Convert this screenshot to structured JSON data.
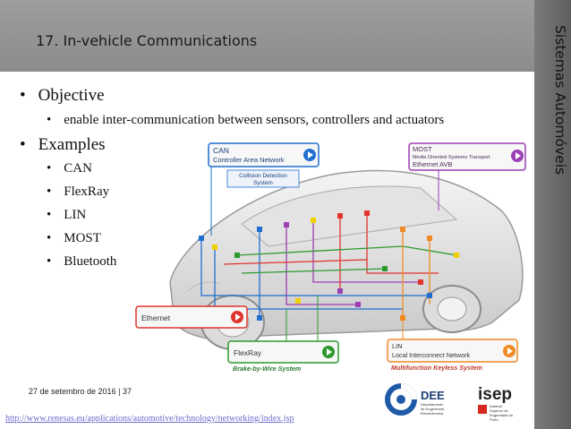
{
  "header": {
    "title": "17. In-vehicle Communications"
  },
  "sidebar": {
    "title": "Sistemas Automóveis"
  },
  "content": {
    "objective_label": "Objective",
    "objective_text": "enable inter-communication between sensors, controllers and actuators",
    "examples_label": "Examples",
    "examples": [
      "CAN",
      "FlexRay",
      "LIN",
      "MOST",
      "Bluetooth"
    ]
  },
  "diagram": {
    "can_title": "CAN",
    "can_subtitle": "Controller Area Network",
    "collision_line1": "Collision Detection",
    "collision_line2": "System",
    "most_title": "MOST",
    "most_subtitle": "Media Oriented Systems Transport",
    "most_sub2": "Ethernet AVB",
    "ethernet_label": "Ethernet",
    "flexray_label": "FlexRay",
    "brake_label": "Brake-by-Wire System",
    "lin_title": "LIN",
    "lin_subtitle": "Local Interconnect Network",
    "keyless_label": "Multifunction Keyless System",
    "colors": {
      "can": "#1f6fd1",
      "most": "#9b3fb5",
      "ethernet": "#e0332d",
      "flexray": "#2e9a2e",
      "lin": "#f08a24"
    }
  },
  "footer": {
    "date": "27 de setembro de 2016",
    "separator": "|",
    "page": "37",
    "url": "http://www.renesas.eu/applications/automotive/technology/networking/index.jsp"
  },
  "logos": {
    "dee_text": "DEE",
    "dee_sub1": "Departamento",
    "dee_sub2": "de Engenharia",
    "dee_sub3": "Electrotécnica",
    "isep_text": "isep",
    "isep_sub1": "Instituto",
    "isep_sub2": "Superior de",
    "isep_sub3": "Engenharia do",
    "isep_sub4": "Porto"
  }
}
